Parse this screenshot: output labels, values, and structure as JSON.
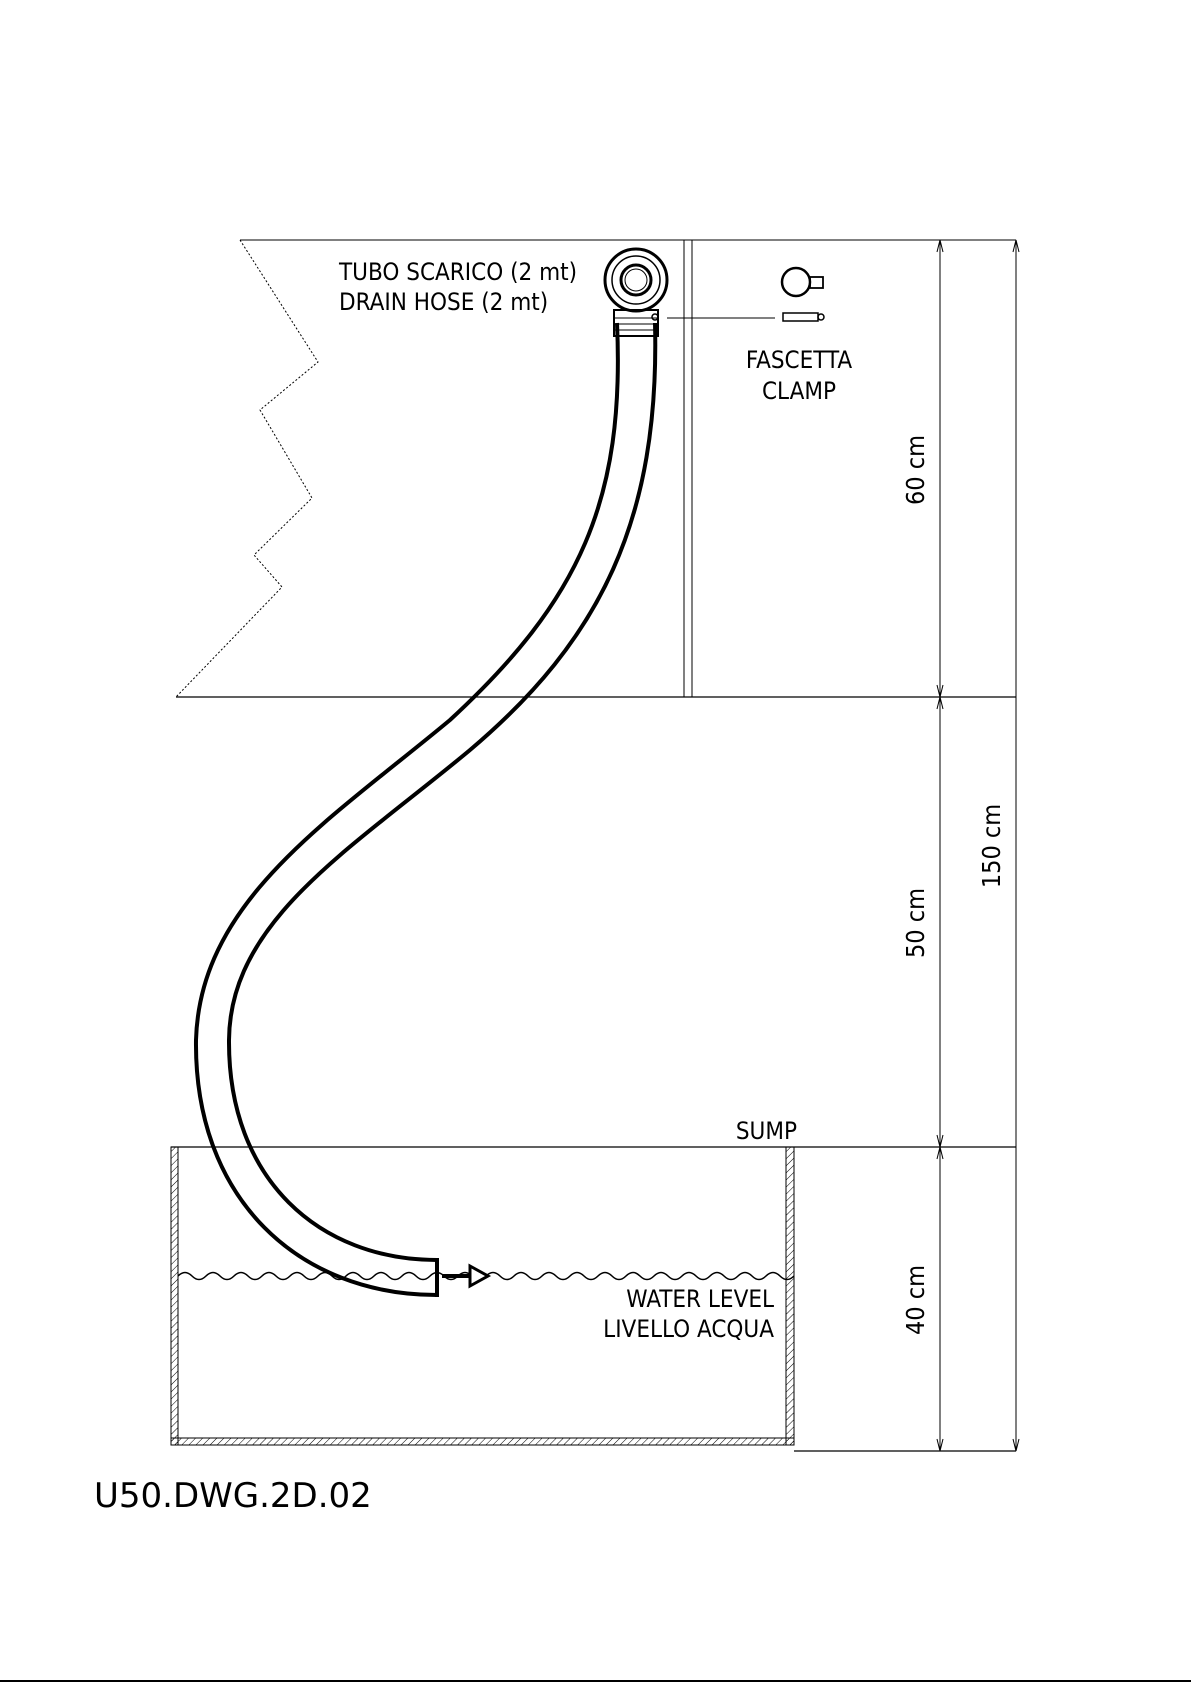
{
  "labels": {
    "drain_hose_it": "TUBO SCARICO (2 mt)",
    "drain_hose_en": "DRAIN HOSE (2 mt)",
    "clamp_it": "FASCETTA",
    "clamp_en": "CLAMP",
    "sump": "SUMP",
    "water_level_en": "WATER LEVEL",
    "water_level_it": "LIVELLO ACQUA"
  },
  "dimensions": {
    "upper": "60 cm",
    "middle": "50 cm",
    "lower": "40 cm",
    "total": "150 cm"
  },
  "drawing_code": "U50.DWG.2D.02",
  "colors": {
    "ink": "#000000",
    "paper": "#ffffff"
  }
}
